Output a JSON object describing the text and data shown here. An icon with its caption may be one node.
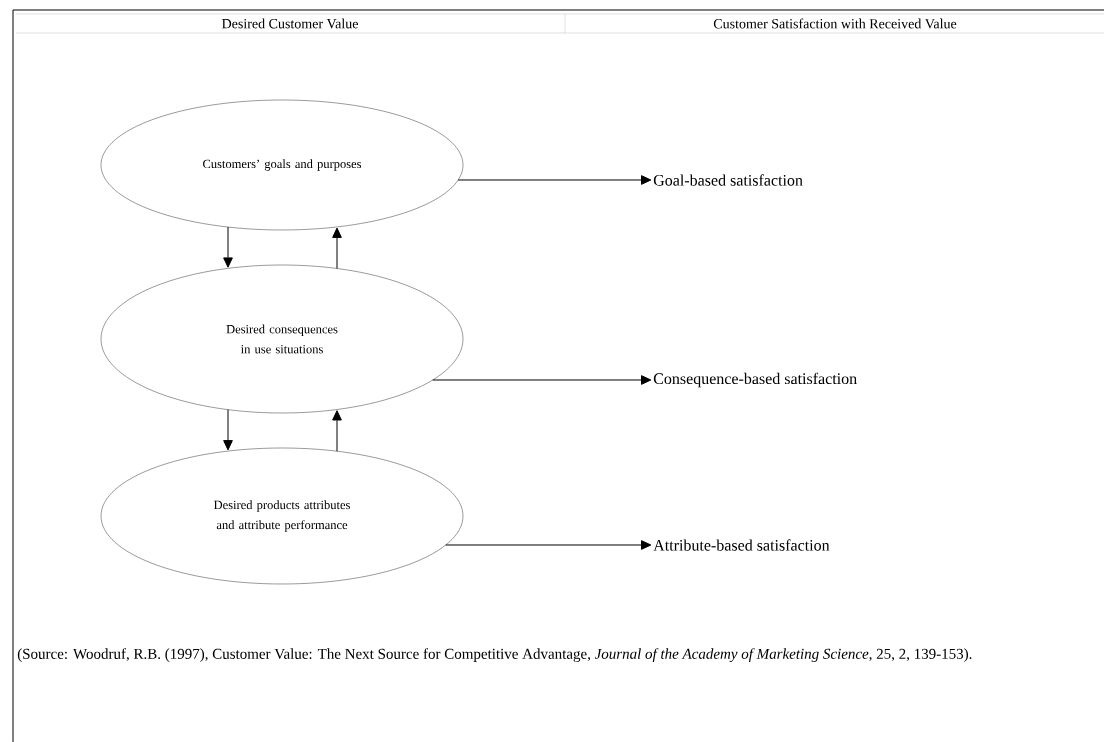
{
  "diagram": {
    "nodes": [
      {
        "text": [
          "Customers’ goals and purposes"
        ]
      },
      {
        "text": [
          "Desired consequences in use situations"
        ]
      },
      {
        "text": [
          "Desired products attributes and attribute performance"
        ]
      },
      {
        "text": [
          "Goal-based satisfaction"
        ]
      },
      {
        "text": [
          "Consequence-based satisfaction"
        ]
      },
      {
        "text": [
          "Attribute-based satisfaction"
        ]
      }
    ],
    "edges": [
      {
        "from": 0,
        "to": 1,
        "arrow": "to"
      },
      {
        "from": 1,
        "to": 0,
        "arrow": "to"
      },
      {
        "from": 1,
        "to": 2,
        "arrow": "to"
      },
      {
        "from": 2,
        "to": 1,
        "arrow": "to"
      },
      {
        "from": 0,
        "to": 3,
        "arrow": "to"
      },
      {
        "from": 1,
        "to": 4,
        "arrow": "to"
      },
      {
        "from": 2,
        "to": 5,
        "arrow": "to"
      }
    ],
    "labels": [
      "Desired Customer Value",
      "Customer Satisfaction with Received Value",
      "(Source: Woodruf, R.B. (1997), Customer Value: The Next Source for Competitive Advantage, *Journal of the Academy of Marketing Science*, 25, 2, 139-153)."
    ]
  }
}
